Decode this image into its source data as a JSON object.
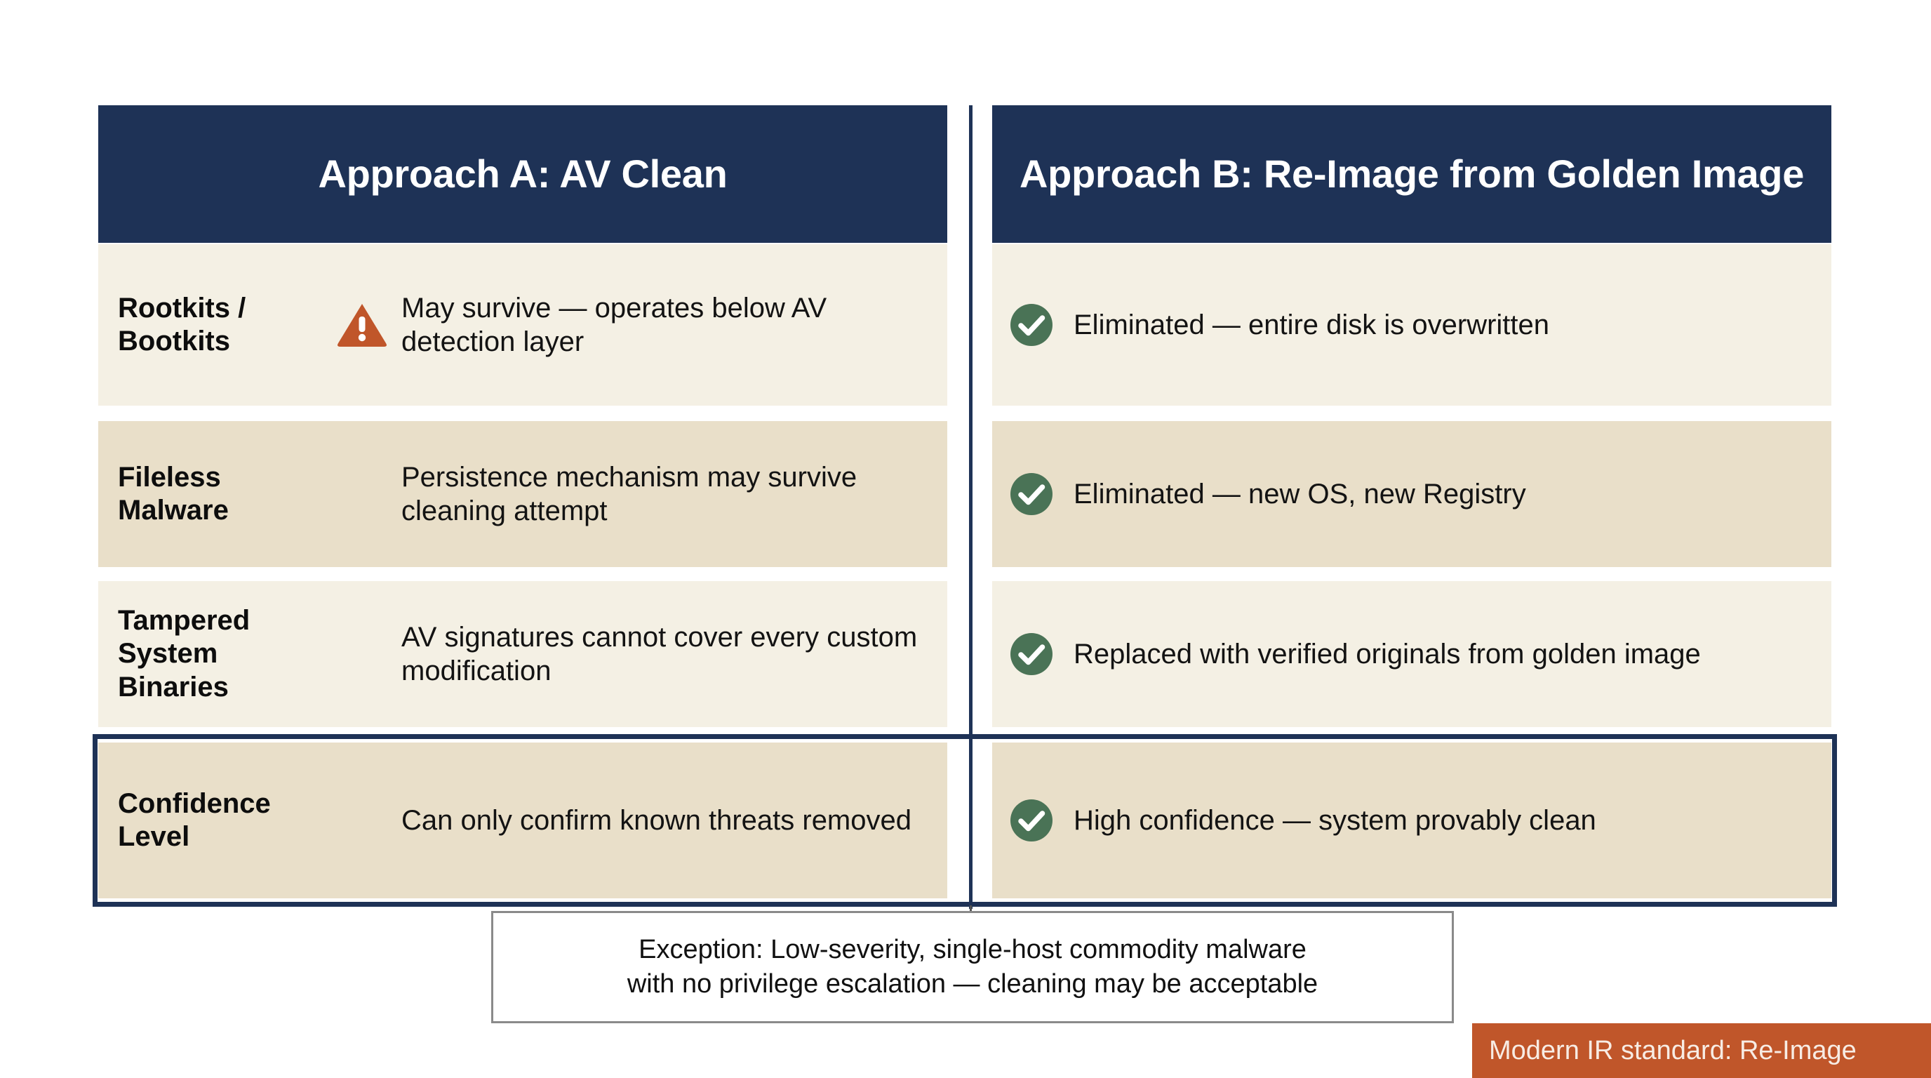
{
  "columns": {
    "a": {
      "title": "Approach A: AV Clean"
    },
    "b": {
      "title": "Approach B: Re-Image from Golden Image"
    }
  },
  "rows": [
    {
      "risk": "Rootkits / Bootkits",
      "a_icon": "warning-triangle-icon",
      "a_text": "May survive — operates below AV detection layer",
      "b_icon": "check-circle-icon",
      "b_text": "Eliminated — entire disk is overwritten",
      "highlighted": false
    },
    {
      "risk": "Fileless Malware",
      "a_icon": "none",
      "a_text": "Persistence mechanism may survive cleaning attempt",
      "b_icon": "check-circle-icon",
      "b_text": "Eliminated — new OS, new Registry",
      "highlighted": false
    },
    {
      "risk": "Tampered System Binaries",
      "a_icon": "none",
      "a_text": "AV signatures cannot cover every custom modification",
      "b_icon": "check-circle-icon",
      "b_text": "Replaced with verified originals from golden image",
      "highlighted": false
    },
    {
      "risk": "Confidence Level",
      "a_icon": "none",
      "a_text": "Can only confirm known threats removed",
      "b_icon": "check-circle-icon",
      "b_text": "High confidence — system provably clean",
      "highlighted": true
    }
  ],
  "exception": {
    "line1": "Exception: Low-severity, single-host commodity malware",
    "line2": "with no privilege escalation — cleaning may be acceptable"
  },
  "badge": {
    "text": "Modern IR standard: Re-Image"
  },
  "colors": {
    "header_navy": "#1e3256",
    "row_light": "#f4f0e4",
    "row_dark": "#e9dfc9",
    "warning_orange": "#c0562a",
    "check_green": "#4a7356",
    "badge_orange": "#c0562a",
    "highlight_border": "#1e3256"
  }
}
